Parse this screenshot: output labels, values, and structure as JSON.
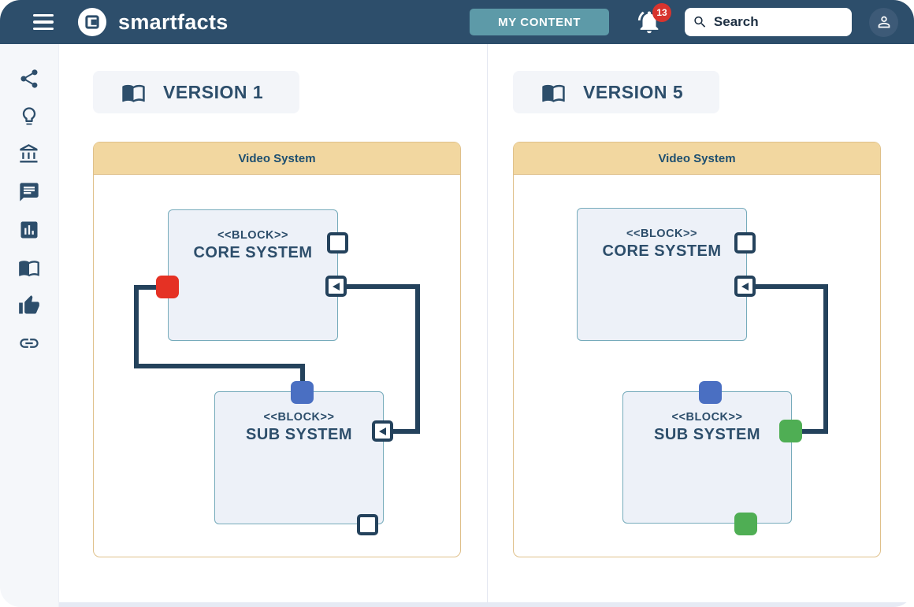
{
  "colors": {
    "topbar_bg": "#2d4e6b",
    "teal": "#5d9aa8",
    "badge_red": "#d7342e",
    "sidebar_bg": "#f5f7fa",
    "ink": "#2d4e6b",
    "panel_border": "#dfc08a",
    "panel_header": "#f2d7a0",
    "block_bg": "#edf1f8",
    "block_border": "#76abbb",
    "wire": "#24425c",
    "port_red": "#e53124",
    "port_blue": "#4a6fc2",
    "port_green": "#4fae54"
  },
  "topbar": {
    "brand": "smartfacts",
    "my_content": "MY CONTENT",
    "notification_count": "13",
    "search_placeholder": "Search"
  },
  "sidebar": {
    "icons": [
      "share-icon",
      "lightbulb-icon",
      "bank-icon",
      "comment-icon",
      "chart-icon",
      "book-icon",
      "thumbs-up-icon",
      "link-icon"
    ]
  },
  "panels": [
    {
      "version_label": "VERSION 1",
      "diagram_title": "Video System",
      "core_block": {
        "stereotype": "<<BLOCK>>",
        "name": "CORE SYSTEM"
      },
      "sub_block": {
        "stereotype": "<<BLOCK>>",
        "name": "SUB SYSTEM"
      },
      "ports": {
        "core": [
          "white-square",
          "white-triangle-in",
          "red-filled"
        ],
        "sub": [
          "blue-filled",
          "white-triangle-in",
          "white-square"
        ]
      }
    },
    {
      "version_label": "VERSION 5",
      "diagram_title": "Video System",
      "core_block": {
        "stereotype": "<<BLOCK>>",
        "name": "CORE SYSTEM"
      },
      "sub_block": {
        "stereotype": "<<BLOCK>>",
        "name": "SUB SYSTEM"
      },
      "ports": {
        "core": [
          "white-square",
          "white-triangle-in"
        ],
        "sub": [
          "blue-filled",
          "green-filled",
          "green-filled"
        ]
      }
    }
  ]
}
